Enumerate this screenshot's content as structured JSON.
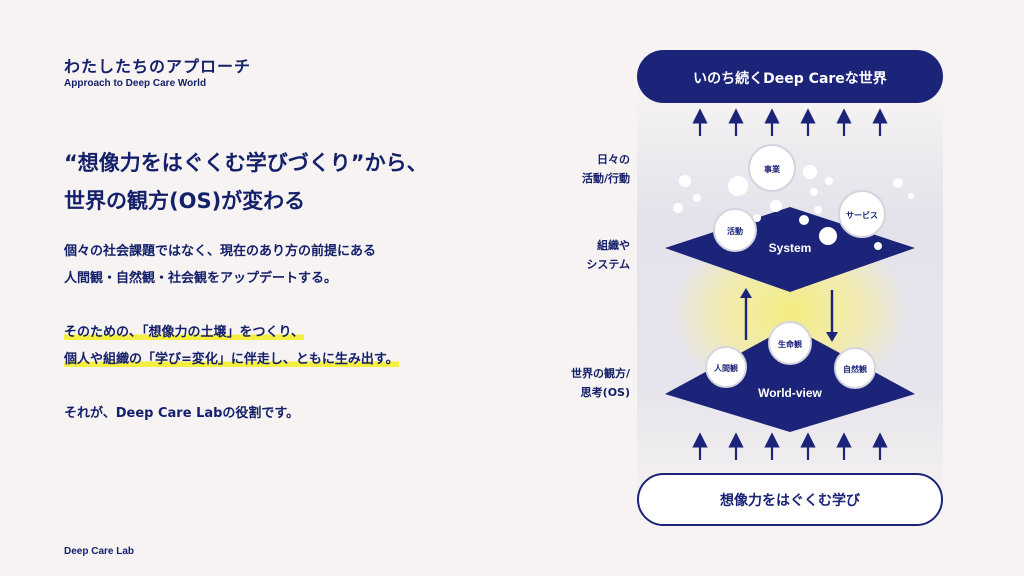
{
  "header": {
    "title": "わたしたちのアプローチ",
    "subtitle": "Approach to Deep Care World"
  },
  "headline": {
    "line1": "“想像力をはぐくむ学びづくり”から、",
    "line2": "世界の観方(OS)が変わる"
  },
  "body": {
    "p1_line1": "個々の社会課題ではなく、現在のあり方の前提にある",
    "p1_line2": "人間観・自然観・社会観をアップデートする。",
    "p2_line1": "そのための、「想像力の土壌」をつくり、",
    "p2_line2": "個人や組織の「学び=変化」に伴走し、ともに生み出す。",
    "p3_line1": "それが、Deep Care Labの役割です。"
  },
  "footer": {
    "brand": "Deep Care Lab"
  },
  "diagram": {
    "top_label": "いのち続くDeep Careな世界",
    "bottom_label": "想像力をはぐくむ学び",
    "side_labels": {
      "actions_line1": "日々の",
      "actions_line2": "活動/行動",
      "system_line1": "組織や",
      "system_line2": "システム",
      "worldview_line1": "世界の観方/",
      "worldview_line2": "思考(OS)"
    },
    "system_layer": {
      "label": "System",
      "bubbles": [
        "事業",
        "活動",
        "サービス"
      ]
    },
    "worldview_layer": {
      "label": "World-view",
      "bubbles": [
        "生命観",
        "人間観",
        "自然観"
      ]
    },
    "colors": {
      "navy": "#1b2479",
      "highlight": "#f4ef40",
      "glow": "#f6ec8c",
      "background": "#f7f3f2"
    }
  }
}
